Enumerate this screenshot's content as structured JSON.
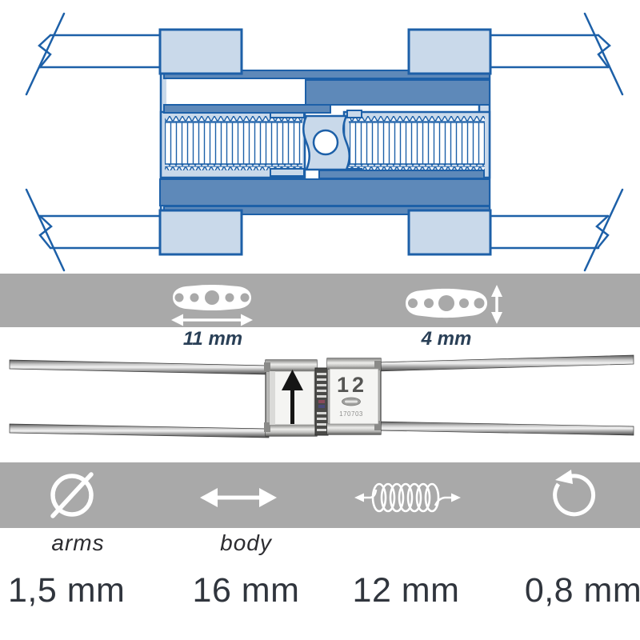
{
  "colors": {
    "outline_blue": "#1d60a8",
    "light_blue": "#c9d9ea",
    "steel_blue": "#5e89b9",
    "band_gray": "#a9a9a9",
    "label_navy": "#2a4057",
    "value_dark": "#30353d"
  },
  "measurements": {
    "plate_length": "11 mm",
    "plate_height": "4 mm"
  },
  "device": {
    "size_marking": "12",
    "lot_number": "170703"
  },
  "icons": [
    "diameter-icon",
    "horizontal-double-arrow-icon",
    "expansion-spring-icon",
    "rotation-arrow-icon",
    "up-arrow-marking",
    "length-double-arrow",
    "height-double-arrow"
  ],
  "specs": [
    {
      "icon": "diameter-icon",
      "label": "arms",
      "value": "1,5 mm"
    },
    {
      "icon": "horizontal-double-arrow-icon",
      "label": "body",
      "value": "16 mm"
    },
    {
      "icon": "expansion-spring-icon",
      "label": "",
      "value": "12 mm"
    },
    {
      "icon": "rotation-arrow-icon",
      "label": "",
      "value": "0,8 mm"
    }
  ]
}
